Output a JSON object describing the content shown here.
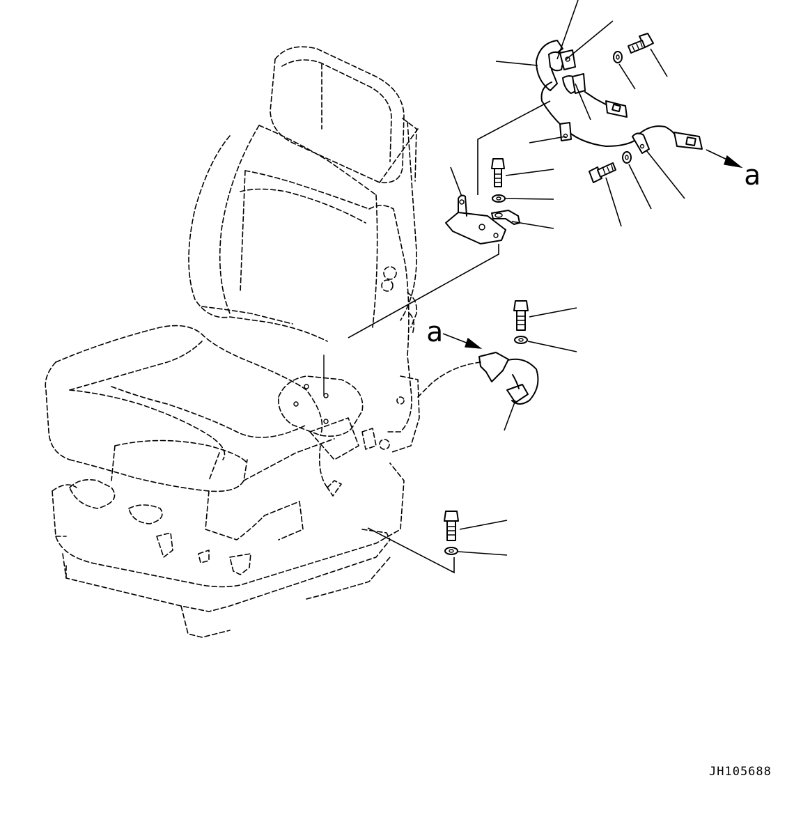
{
  "diagram": {
    "view_letter_left": "a",
    "view_letter_right": "a",
    "drawing_id": "JH105688"
  }
}
